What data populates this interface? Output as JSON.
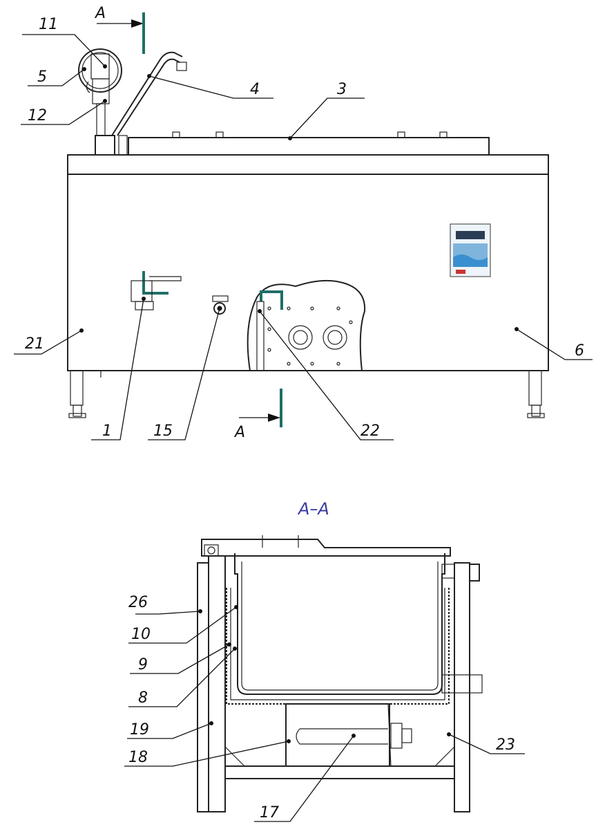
{
  "section_marks": {
    "top": "A",
    "bottom": "A"
  },
  "section_title": "A–A",
  "labels": {
    "l11": "11",
    "l5": "5",
    "l12": "12",
    "l4": "4",
    "l3": "3",
    "l21": "21",
    "l6": "6",
    "l1": "1",
    "l15": "15",
    "l22": "22",
    "l26": "26",
    "l10": "10",
    "l9": "9",
    "l8": "8",
    "l19": "19",
    "l18": "18",
    "l23": "23",
    "l17": "17"
  },
  "colors": {
    "section_line": "#1f6f66",
    "title": "#3a3aa0",
    "panel_screen": "#3a8fd0"
  }
}
